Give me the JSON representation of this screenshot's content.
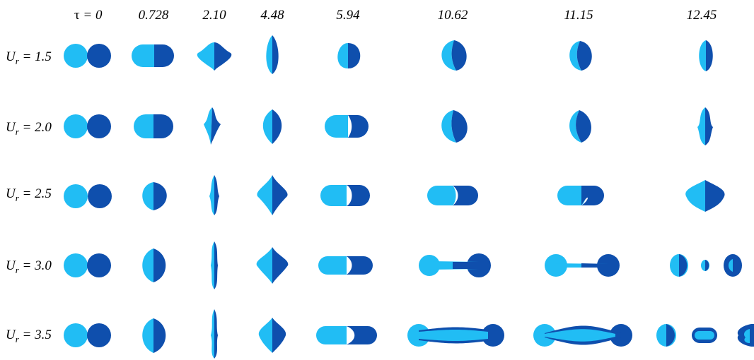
{
  "header": {
    "tau_symbol": "τ",
    "tau_rest": " = 0",
    "times": [
      "0.728",
      "2.10",
      "4.48",
      "5.94",
      "10.62",
      "11.15",
      "12.45"
    ]
  },
  "rows": [
    {
      "sym": "U",
      "sub": "r",
      "val": " = 1.5"
    },
    {
      "sym": "U",
      "sub": "r",
      "val": " = 2.0"
    },
    {
      "sym": "U",
      "sub": "r",
      "val": " = 2.5"
    },
    {
      "sym": "U",
      "sub": "r",
      "val": " = 3.0"
    },
    {
      "sym": "U",
      "sub": "r",
      "val": " = 3.5"
    }
  ],
  "colors": {
    "left_drop": "#21bdf4",
    "right_drop": "#0f4fad",
    "background": "#ffffff"
  }
}
